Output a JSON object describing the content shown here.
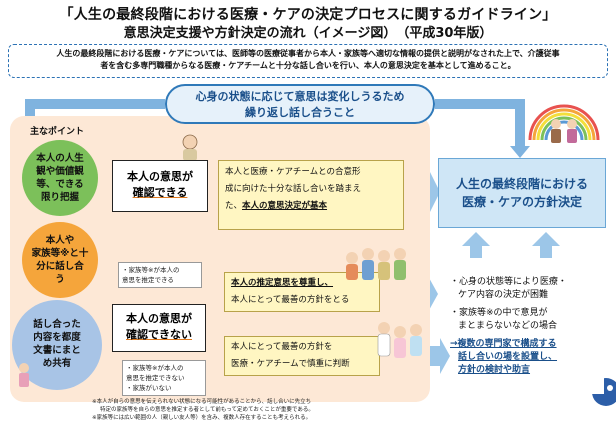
{
  "title": {
    "line1": "「人生の最終段階における医療・ケアの決定プロセスに関するガイドライン」",
    "line2": "意思決定支援や方針決定の流れ（イメージ図）　（平成30年版）"
  },
  "summary": {
    "line1": "人生の最終段階における医療・ケアについては、医師等の医療従事者から本人・家族等へ適切な情報の提供と説明がなされた上で、介護従事",
    "line2": "者を含む多専門職種からなる医療・ケアチームと十分な話し合いを行い、本人の意思決定を基本として進めること。"
  },
  "cycle": {
    "line1": "心身の状態に応じて意思は変化しうるため",
    "line2": "繰り返し話し合うこと"
  },
  "points": {
    "label": "主なポイント",
    "p1": [
      "本人の人生",
      "観や価値観",
      "等、できる",
      "限り把握"
    ],
    "p2": [
      "本人や",
      "家族等※と十",
      "分に話し合",
      "う"
    ],
    "p3": [
      "話し合った",
      "内容を都度",
      "文書にまと",
      "め共有"
    ]
  },
  "can": {
    "line1": "本人の意思が",
    "line2": "確認できる"
  },
  "can_text": {
    "line1": "本人と医療・ケアチームとの合意形",
    "line2": "成に向けた十分な話し合いを踏まえ",
    "line3_pre": "た、",
    "line3_bold": "本人の意思決定が基本"
  },
  "cannot": {
    "line1": "本人の意思が",
    "line2": "確認できない"
  },
  "note_presume": {
    "line1": "・家族等※が本人の",
    "line2": "意思を推定できる"
  },
  "presume_text": {
    "line1": "本人の推定意思を尊重し、",
    "line2": "本人にとって最善の方針をとる"
  },
  "note_cannot": {
    "line1": "・家族等※が本人の",
    "line2": "意思を推定できない",
    "line3": "・家族がいない"
  },
  "best_text": {
    "line1": "本人にとって最善の方針を",
    "line2": "医療・ケアチームで慎重に判断"
  },
  "result": {
    "line1": "人生の最終段階における",
    "line2": "医療・ケアの方針決定"
  },
  "side": {
    "b1": "・心身の状態等により医療・",
    "b1b": "ケア内容の決定が困難",
    "b2": "・家族等※の中で意見が",
    "b2b": "まとまらないなどの場合",
    "b3": "→複数の専門家で構成する",
    "b3b": "話し合いの場を設置し、",
    "b3c": "方針の検討や助言"
  },
  "footnote": {
    "line1": "※本人が自らの意思を伝えられない状態になる可能性があることから、話し合いに先立ち",
    "line2": "特定の家族等を自らの意思を推定する者として前もって定めておくことが重要である。",
    "line3": "※家族等には広い範囲の人（親しい友人等）を含み、複数人存在することも考えられる。"
  },
  "colors": {
    "accent_blue": "#2f79b9",
    "panel_peach": "#fde8d6",
    "circle_green": "#7cc05a",
    "circle_orange": "#f5a53b",
    "circle_blue": "#a8c4e6",
    "result_blue": "#cfe6f6",
    "note_yellow": "#fff6c2"
  },
  "icons": [
    "elderly-person-icon",
    "family-group-icon",
    "medical-team-icon",
    "rainbow-family-icon",
    "caregiver-icon",
    "group-people-icon"
  ]
}
